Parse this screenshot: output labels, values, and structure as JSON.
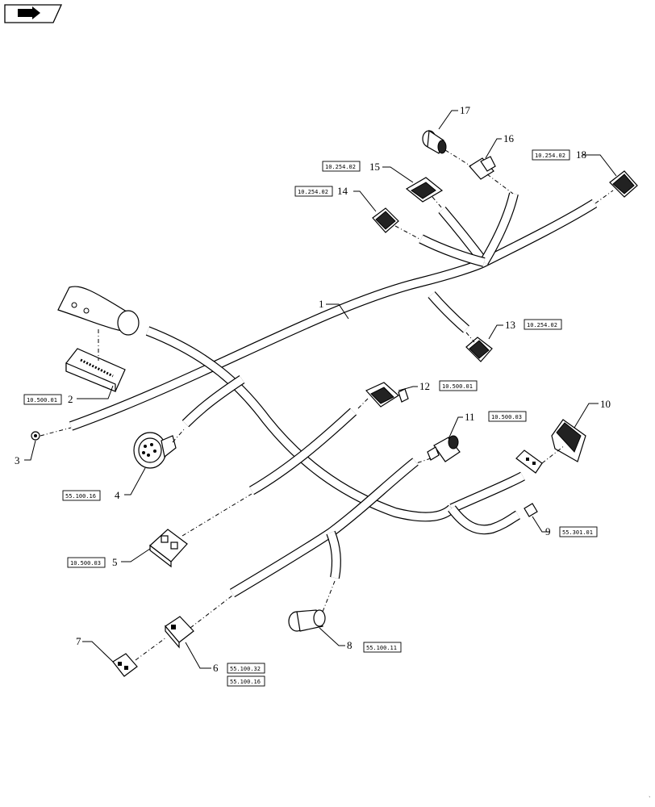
{
  "callouts": {
    "c1": "1",
    "c2": "2",
    "c3": "3",
    "c4": "4",
    "c5": "5",
    "c6": "6",
    "c7": "7",
    "c8": "8",
    "c9": "9",
    "c10": "10",
    "c11": "11",
    "c12": "12",
    "c13": "13",
    "c14": "14",
    "c15": "15",
    "c16": "16",
    "c17": "17",
    "c18": "18"
  },
  "refs": {
    "r2": "10.500.01",
    "r4": "55.100.16",
    "r5": "10.500.03",
    "r6a": "55.100.32",
    "r6b": "55.100.16",
    "r8": "55.100.11",
    "r9": "55.301.01",
    "r11": "10.500.03",
    "r12": "10.500.01",
    "r13": "10.254.02",
    "r14": "10.254.02",
    "r15": "10.254.02",
    "r18": "10.254.02"
  },
  "icons": {
    "corner": "page-turn-arrow-icon"
  }
}
